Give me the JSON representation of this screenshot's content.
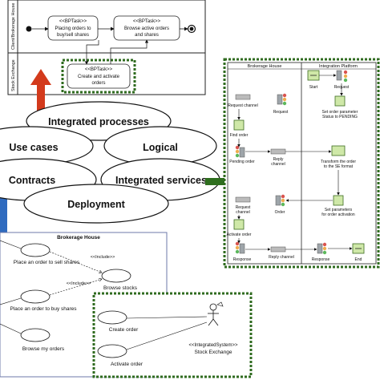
{
  "bpmn_panel": {
    "lanes": [
      "Client/Brokerage House",
      "Stock Exchange"
    ],
    "task1_stereo": "<<BPTask>>",
    "task1_label_1": "Placing orders to",
    "task1_label_2": "buy/sell shares",
    "task2_stereo": "<<BPTask>>",
    "task2_label_1": "Browse active orders",
    "task2_label_2": "and shares",
    "task3_stereo": "<<BPTask>>",
    "task3_label_1": "Create and activate",
    "task3_label_2": "orders"
  },
  "views": {
    "integrated_processes": "Integrated processes",
    "use_cases": "Use cases",
    "logical": "Logical",
    "contracts": "Contracts",
    "integrated_services": "Integrated services",
    "deployment": "Deployment"
  },
  "integration_panel": {
    "columns": [
      "Brokerage House",
      "Integration Platform"
    ],
    "labels": {
      "start": "Start",
      "request_top": "Request",
      "request_channel_1": "Request channel",
      "request_mid": "Request",
      "set_order_param_1": "Set order parameter",
      "set_order_param_2": "Status to PENDING",
      "find_order": "Find order",
      "pending_order": "Pending order",
      "reply_channel_1": "Reply",
      "reply_channel_2": "channel",
      "transform_1": "Transform the order",
      "transform_2": "to the SE format",
      "request_channel_2a": "Request",
      "request_channel_2b": "channel",
      "order": "Order",
      "set_params_1": "Set parameters",
      "set_params_2": "for order activation",
      "activate_order": "Activate order",
      "reply_channel_bottom": "Reply channel",
      "response_left": "Response",
      "response_mid": "Response",
      "end": "End"
    }
  },
  "usecase_panel": {
    "title": "Brokerage House",
    "place_sell": "Place an order to sell shares",
    "include_1": "<<Include>>",
    "browse_stocks": "Browse stocks",
    "include_2": "<<Include>>",
    "place_buy": "Place an order to buy shares",
    "browse_orders": "Browse my orders",
    "create_order": "Create order",
    "activate_order": "Activate order",
    "actor_stereo": "<<IntegratedSystem>>",
    "actor_name": "Stock Exchange"
  },
  "colors": {
    "red_arrow": "#d33a1c",
    "green_arrow": "#2e6e1e",
    "blue_arrow": "#2f6bbf",
    "dotted_border": "#2f6b1f"
  }
}
